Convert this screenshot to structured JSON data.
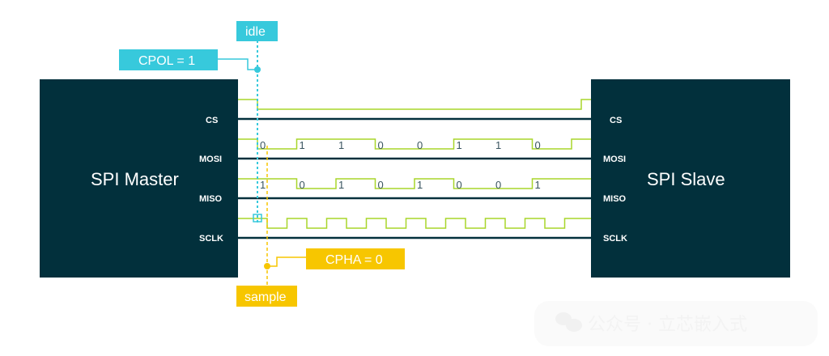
{
  "colors": {
    "box": "#02303c",
    "wave": "#a8d62a",
    "bus": "#02303c",
    "idle": "#37c9dc",
    "sample": "#f7c600",
    "bit_text": "#3a5560"
  },
  "master": {
    "title": "SPI Master",
    "pins": [
      "CS",
      "MOSI",
      "MISO",
      "SCLK"
    ]
  },
  "slave": {
    "title": "SPI Slave",
    "pins": [
      "CS",
      "MOSI",
      "MISO",
      "SCLK"
    ]
  },
  "annotations": {
    "cpol": "CPOL = 1",
    "idle": "idle",
    "cpha": "CPHA = 0",
    "sample": "sample"
  },
  "signals": {
    "cs": {
      "name": "CS",
      "idle": 1,
      "active": 0
    },
    "mosi": {
      "name": "MOSI",
      "bits": [
        0,
        1,
        1,
        0,
        0,
        1,
        1,
        0
      ]
    },
    "miso": {
      "name": "MISO",
      "bits": [
        1,
        0,
        1,
        0,
        1,
        0,
        0,
        1
      ]
    },
    "sclk": {
      "name": "SCLK",
      "idle_level": 1,
      "pulses": 8
    }
  },
  "watermark": {
    "text": "公众号 · 立芯嵌入式"
  }
}
